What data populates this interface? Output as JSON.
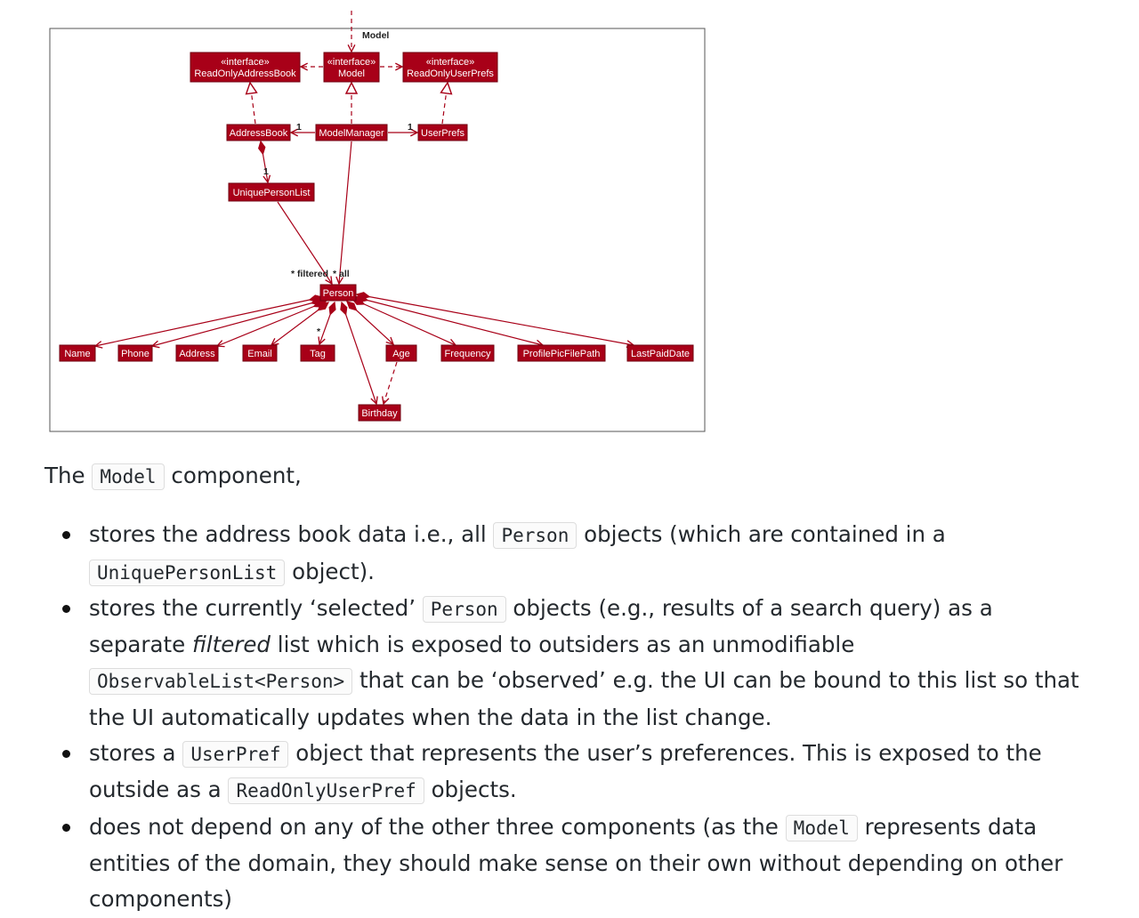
{
  "diagram": {
    "title": "Model",
    "nodes": [
      {
        "id": "ReadOnlyAddressBook",
        "lines": [
          "«interface»",
          "ReadOnlyAddressBook"
        ]
      },
      {
        "id": "Model",
        "lines": [
          "«interface»",
          "Model"
        ]
      },
      {
        "id": "ReadOnlyUserPrefs",
        "lines": [
          "«interface»",
          "ReadOnlyUserPrefs"
        ]
      },
      {
        "id": "AddressBook",
        "lines": [
          "AddressBook"
        ]
      },
      {
        "id": "ModelManager",
        "lines": [
          "ModelManager"
        ]
      },
      {
        "id": "UserPrefs",
        "lines": [
          "UserPrefs"
        ]
      },
      {
        "id": "UniquePersonList",
        "lines": [
          "UniquePersonList"
        ]
      },
      {
        "id": "Person",
        "lines": [
          "Person"
        ]
      },
      {
        "id": "Name",
        "lines": [
          "Name"
        ]
      },
      {
        "id": "Phone",
        "lines": [
          "Phone"
        ]
      },
      {
        "id": "Address",
        "lines": [
          "Address"
        ]
      },
      {
        "id": "Email",
        "lines": [
          "Email"
        ]
      },
      {
        "id": "Tag",
        "lines": [
          "Tag"
        ]
      },
      {
        "id": "Age",
        "lines": [
          "Age"
        ]
      },
      {
        "id": "Frequency",
        "lines": [
          "Frequency"
        ]
      },
      {
        "id": "ProfilePicFilePath",
        "lines": [
          "ProfilePicFilePath"
        ]
      },
      {
        "id": "LastPaidDate",
        "lines": [
          "LastPaidDate"
        ]
      },
      {
        "id": "Birthday",
        "lines": [
          "Birthday"
        ]
      }
    ],
    "edges": [
      {
        "from": "Model",
        "to": "ReadOnlyAddressBook",
        "kind": "dependency"
      },
      {
        "from": "Model",
        "to": "ReadOnlyUserPrefs",
        "kind": "dependency"
      },
      {
        "from": "AddressBook",
        "to": "ReadOnlyAddressBook",
        "kind": "realization"
      },
      {
        "from": "ModelManager",
        "to": "Model",
        "kind": "realization"
      },
      {
        "from": "UserPrefs",
        "to": "ReadOnlyUserPrefs",
        "kind": "realization"
      },
      {
        "from": "ModelManager",
        "to": "AddressBook",
        "kind": "association",
        "label": "1"
      },
      {
        "from": "ModelManager",
        "to": "UserPrefs",
        "kind": "association",
        "label": "1"
      },
      {
        "from": "AddressBook",
        "to": "UniquePersonList",
        "kind": "composition",
        "label": "1"
      },
      {
        "from": "UniquePersonList",
        "to": "Person",
        "kind": "association",
        "label": "* all"
      },
      {
        "from": "ModelManager",
        "to": "Person",
        "kind": "association",
        "label": "* filtered"
      },
      {
        "from": "Person",
        "to": "Name",
        "kind": "composition"
      },
      {
        "from": "Person",
        "to": "Phone",
        "kind": "composition"
      },
      {
        "from": "Person",
        "to": "Address",
        "kind": "composition"
      },
      {
        "from": "Person",
        "to": "Email",
        "kind": "composition"
      },
      {
        "from": "Person",
        "to": "Tag",
        "kind": "composition",
        "label": "*"
      },
      {
        "from": "Person",
        "to": "Age",
        "kind": "composition"
      },
      {
        "from": "Person",
        "to": "Frequency",
        "kind": "composition"
      },
      {
        "from": "Person",
        "to": "ProfilePicFilePath",
        "kind": "composition"
      },
      {
        "from": "Person",
        "to": "LastPaidDate",
        "kind": "composition"
      },
      {
        "from": "Person",
        "to": "Birthday",
        "kind": "composition"
      },
      {
        "from": "Age",
        "to": "Birthday",
        "kind": "dependency"
      }
    ]
  },
  "text": {
    "intro": [
      {
        "t": "The "
      },
      {
        "code": "Model"
      },
      {
        "t": " component,"
      }
    ],
    "bullets": [
      [
        {
          "t": "stores the address book data i.e., all "
        },
        {
          "code": "Person"
        },
        {
          "t": " objects (which are contained in a "
        },
        {
          "code": "UniquePersonList"
        },
        {
          "t": " object)."
        }
      ],
      [
        {
          "t": "stores the currently ‘selected’ "
        },
        {
          "code": "Person"
        },
        {
          "t": " objects (e.g., results of a search query) as a separate "
        },
        {
          "em": "filtered"
        },
        {
          "t": " list which is exposed to outsiders as an unmodifiable "
        },
        {
          "code": "ObservableList<Person>"
        },
        {
          "t": " that can be ‘observed’ e.g. the UI can be bound to this list so that the UI automatically updates when the data in the list change."
        }
      ],
      [
        {
          "t": "stores a "
        },
        {
          "code": "UserPref"
        },
        {
          "t": " object that represents the user’s preferences. This is exposed to the outside as a "
        },
        {
          "code": "ReadOnlyUserPref"
        },
        {
          "t": " objects."
        }
      ],
      [
        {
          "t": "does not depend on any of the other three components (as the "
        },
        {
          "code": "Model"
        },
        {
          "t": " represents data entities of the domain, they should make sense on their own without depending on other components)"
        }
      ]
    ]
  }
}
